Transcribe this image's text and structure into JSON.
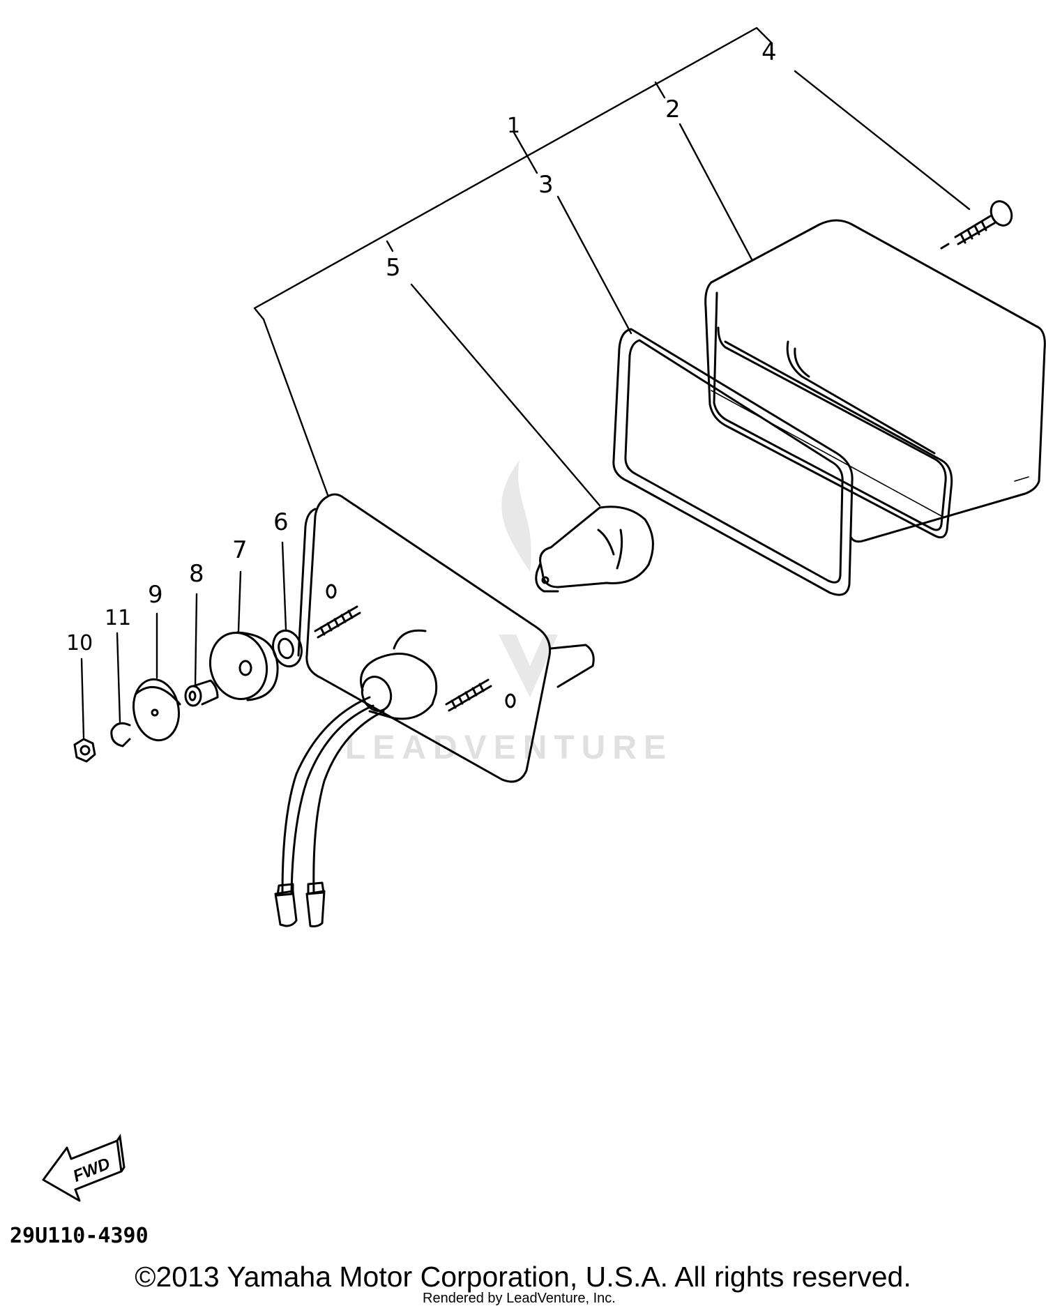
{
  "diagram": {
    "callouts": {
      "part_1": "1",
      "part_2": "2",
      "part_3": "3",
      "part_4": "4",
      "part_5": "5",
      "part_6": "6",
      "part_7": "7",
      "part_8": "8",
      "part_9": "9",
      "part_10": "10",
      "part_11": "11"
    },
    "direction_arrow": "FWD",
    "diagram_code": "29U110-4390",
    "watermark": "LEADVENTURE"
  },
  "footer": {
    "copyright": "©2013 Yamaha Motor Corporation, U.S.A. All rights reserved.",
    "rendered_by": "Rendered by LeadVenture, Inc."
  }
}
